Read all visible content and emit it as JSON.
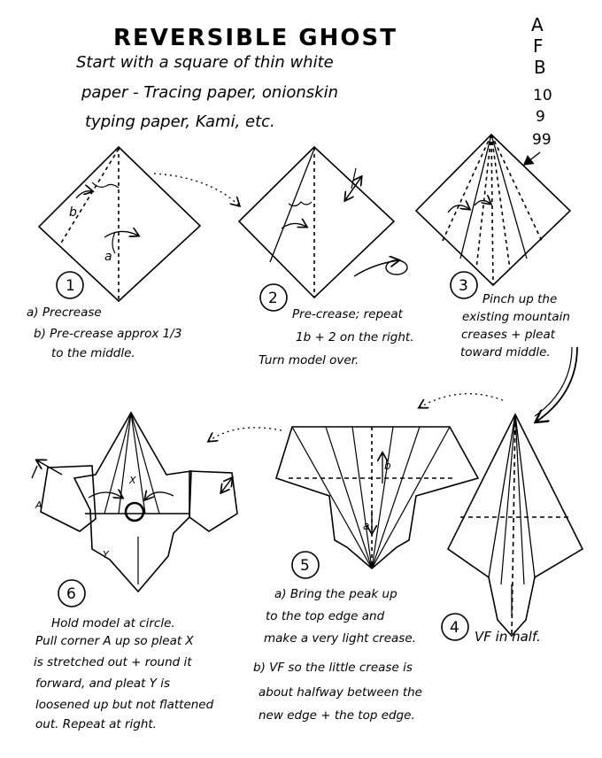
{
  "title": "REVERSIBLE GHOST",
  "intro": {
    "line1": "Start with a square of thin white",
    "line2": "paper - Tracing paper, onionskin",
    "line3": "typing paper, Kami, etc."
  },
  "side_codes": {
    "a": "A",
    "b": "F",
    "c": "B",
    "d": "10",
    "e": "9",
    "f": "99"
  },
  "steps": {
    "s1": {
      "number": "1",
      "label_a": "a",
      "label_b": "b",
      "caption1": "a) Precrease",
      "caption2": "b) Pre-crease approx 1/3",
      "caption3": "to the middle."
    },
    "s2": {
      "number": "2",
      "caption1": "Pre-crease; repeat",
      "caption2": "1b + 2 on the right.",
      "caption3": "Turn model over."
    },
    "s3": {
      "number": "3",
      "caption1": "Pinch up the",
      "caption2": "existing mountain",
      "caption3": "creases + pleat",
      "caption4": "toward middle."
    },
    "s4": {
      "number": "4",
      "caption1": "VF in half."
    },
    "s5": {
      "number": "5",
      "label_a": "a",
      "label_b": "b",
      "caption1": "a) Bring the peak up",
      "caption2": "to the top edge and",
      "caption3": "make a very light crease.",
      "caption4": "b) VF so the little crease is",
      "caption5": "about halfway between the",
      "caption6": "new edge + the top edge."
    },
    "s6": {
      "number": "6",
      "label_a": "A",
      "label_x": "X",
      "label_y": "Y",
      "caption1": "Hold model at circle.",
      "caption2": "Pull corner A up so pleat X",
      "caption3": "is stretched out + round it",
      "caption4": "forward, and pleat Y is",
      "caption5": "loosened up but not flattened",
      "caption6": "out. Repeat at right."
    }
  }
}
